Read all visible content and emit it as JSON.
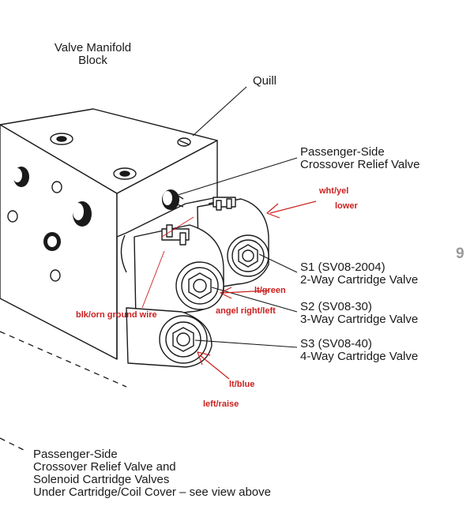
{
  "labels": {
    "manifold": [
      "Valve Manifold",
      "Block"
    ],
    "quill": "Quill",
    "relief": [
      "Passenger-Side",
      "Crossover Relief Valve"
    ],
    "s1": [
      "S1 (SV08-2004)",
      "2-Way Cartridge Valve"
    ],
    "s2": [
      "S2 (SV08-30)",
      "3-Way Cartridge Valve"
    ],
    "s3": [
      "S3 (SV08-40)",
      "4-Way Cartridge Valve"
    ],
    "caption": [
      "Passenger-Side",
      "Crossover Relief Valve and",
      "Solenoid Cartridge Valves",
      "Under Cartridge/Coil Cover – see view above"
    ],
    "page_num": "9"
  },
  "annotations": {
    "wht_yel": "wht/yel",
    "lower": "lower",
    "lt_green": "lt/green",
    "angel": "angel right/left",
    "blk_orn": "blk/orn ground wire",
    "lt_blue": "lt/blue",
    "left_raise": "left/raise"
  },
  "colors": {
    "ink": "#1a1a1a",
    "annotation": "#cc1f1f",
    "page_num": "#9a9a9a"
  }
}
